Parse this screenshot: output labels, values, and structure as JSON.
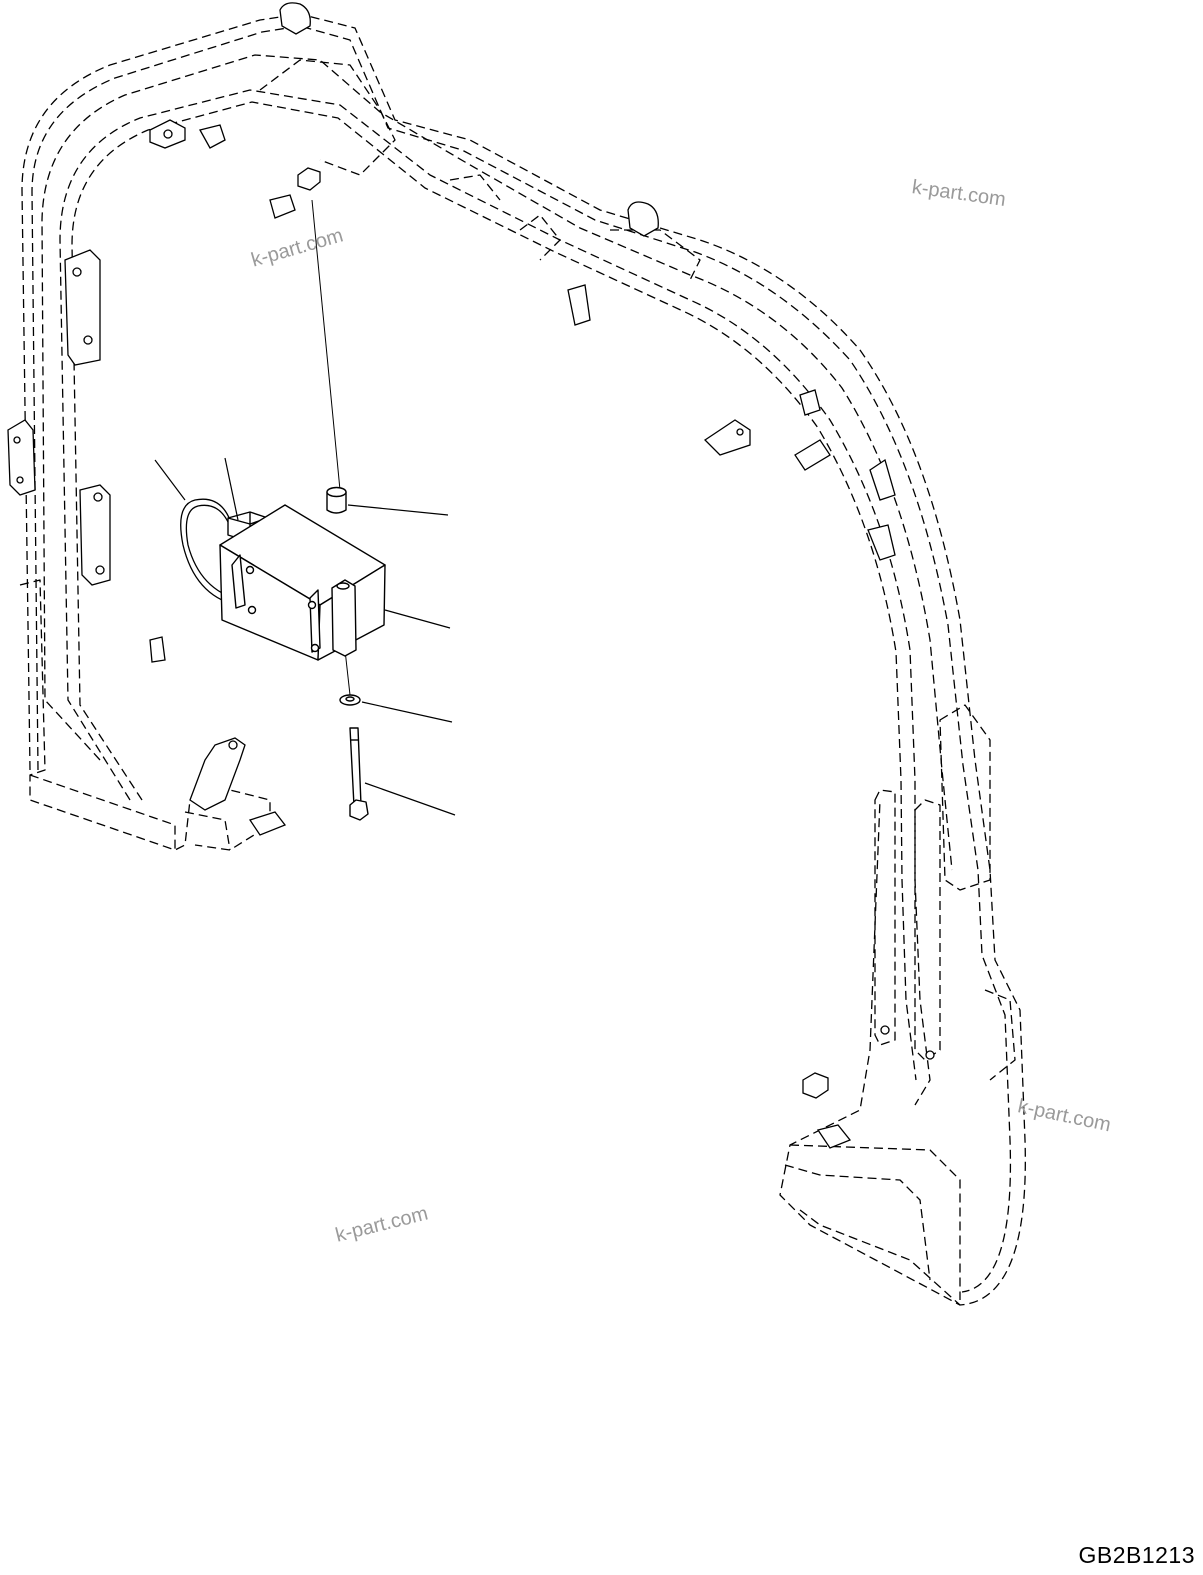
{
  "watermarks": [
    "k-part.com",
    "k-part.com",
    "k-part.com",
    "k-part.com"
  ],
  "drawing_code": "GB2B1213",
  "colors": {
    "line": "#000000",
    "background": "#ffffff",
    "watermark": "#9a9a9a"
  }
}
